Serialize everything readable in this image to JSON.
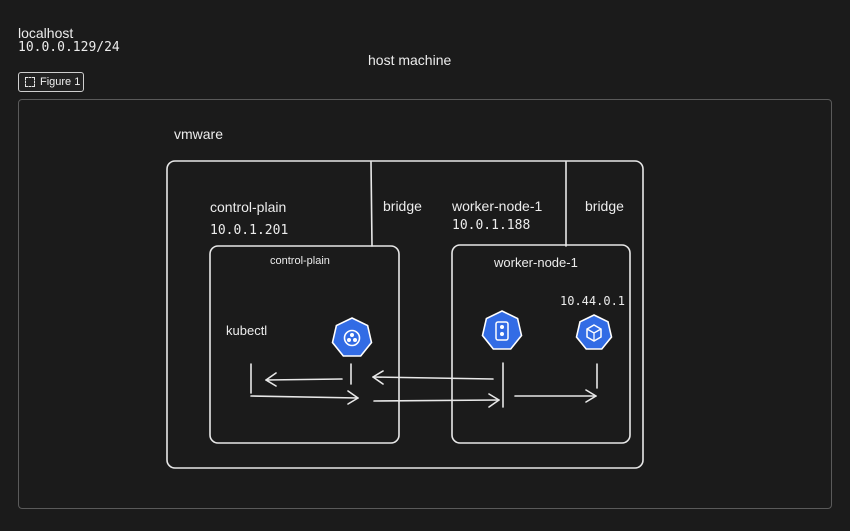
{
  "header": {
    "host_name": "localhost",
    "host_ip": "10.0.0.129/24",
    "host_title": "host machine"
  },
  "frame": {
    "label": "Figure 1"
  },
  "vmware": {
    "label": "vmware"
  },
  "control": {
    "name": "control-plain",
    "ip": "10.0.1.201",
    "box_label": "control-plain",
    "kubectl": "kubectl"
  },
  "worker": {
    "name": "worker-node-1",
    "ip": "10.0.1.188",
    "box_label": "worker-node-1",
    "pod_ip": "10.44.0.1"
  },
  "bridges": {
    "left": "bridge",
    "right": "bridge"
  },
  "icons": {
    "control_plane": "kubernetes-control-plane-icon",
    "node": "kubernetes-node-icon",
    "pod": "kubernetes-pod-icon"
  },
  "colors": {
    "k8s_blue": "#326ce5",
    "stroke": "#e8e8e8",
    "background": "#1b1b1b"
  }
}
